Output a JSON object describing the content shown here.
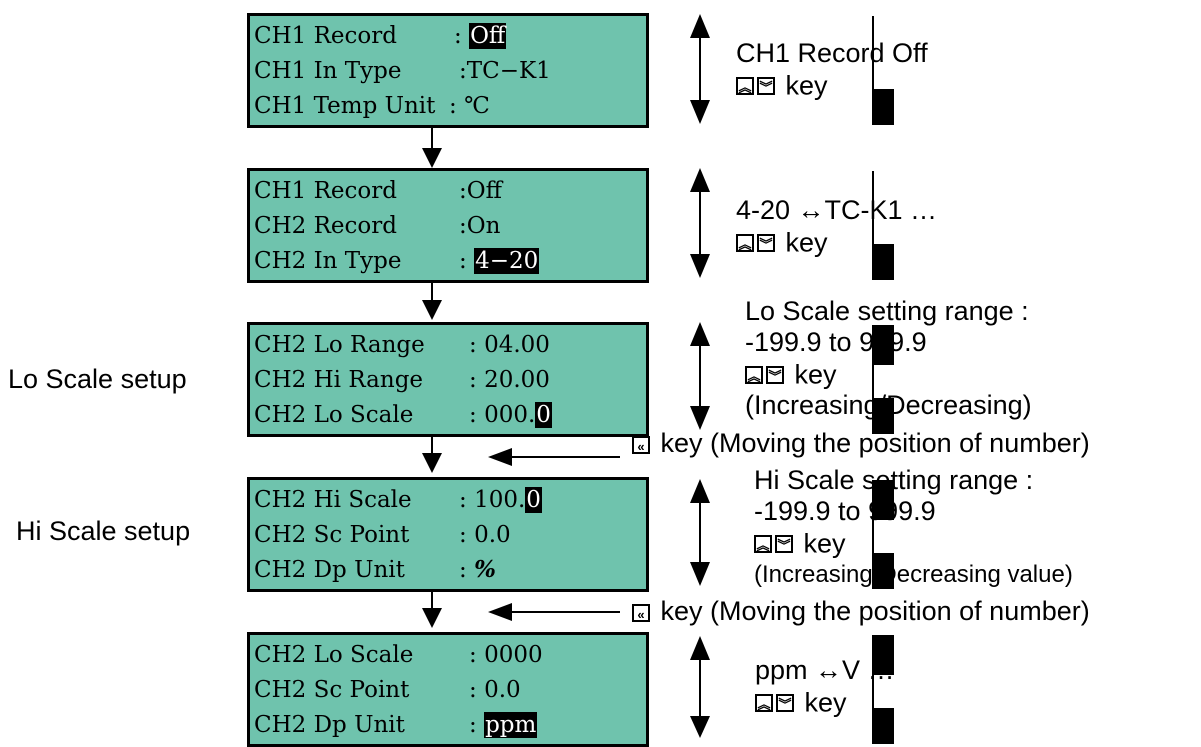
{
  "side_labels": {
    "lo": "Lo Scale setup",
    "hi": "Hi Scale setup"
  },
  "screens": [
    {
      "rows": [
        {
          "label": "CH1 Record",
          "value": "Off",
          "hl": true
        },
        {
          "label": "CH1 In Type",
          "value": "TC−K1",
          "hl": false
        },
        {
          "label": "CH1 Temp Unit",
          "value": "℃",
          "hl": false
        }
      ]
    },
    {
      "rows": [
        {
          "label": "CH1 Record",
          "value": "Off",
          "hl": false
        },
        {
          "label": "CH2 Record",
          "value": "On",
          "hl": false
        },
        {
          "label": "CH2 In Type",
          "value": "4−20",
          "hl": true
        }
      ]
    },
    {
      "rows": [
        {
          "label": "CH2 Lo Range",
          "value": "04.00",
          "hl": false
        },
        {
          "label": "CH2 Hi Range",
          "value": "20.00",
          "hl": false
        },
        {
          "label": "CH2 Lo Scale",
          "value": "000.",
          "cursor": "0"
        }
      ]
    },
    {
      "rows": [
        {
          "label": "CH2 Hi Scale",
          "value": "100.",
          "cursor": "0"
        },
        {
          "label": "CH2 Sc Point",
          "value": "0.0",
          "hl": false
        },
        {
          "label": "CH2 Dp Unit",
          "value": "%",
          "hl": false
        }
      ]
    },
    {
      "rows": [
        {
          "label": "CH2 Lo Scale",
          "value": "0000",
          "hl": false
        },
        {
          "label": "CH2 Sc Point",
          "value": "0.0",
          "hl": false
        },
        {
          "label": "CH2 Dp Unit",
          "value": "ppm",
          "hl": true
        }
      ]
    }
  ],
  "notes": {
    "n1": {
      "line1": "CH1 Record Off",
      "key": "key"
    },
    "n2": {
      "line1": "4-20 ↔TC-K1 …",
      "key": "key"
    },
    "n3": {
      "line1": "Lo Scale setting range :",
      "line2": "-199.9 to 999.9",
      "key": "key",
      "line4": "(Increasing/Decreasing)"
    },
    "n4": {
      "line1": "Hi Scale setting range :",
      "line2": "-199.9 to 999.9",
      "key": "key",
      "line4": "(Increasing/Decreasing value)"
    },
    "n5": {
      "line1": "ppm ↔V   …",
      "key": "key"
    },
    "move": "key (Moving the position of number)"
  },
  "icons": {
    "up": "double-up-key-icon",
    "down": "double-down-key-icon",
    "left": "double-left-key-icon"
  }
}
